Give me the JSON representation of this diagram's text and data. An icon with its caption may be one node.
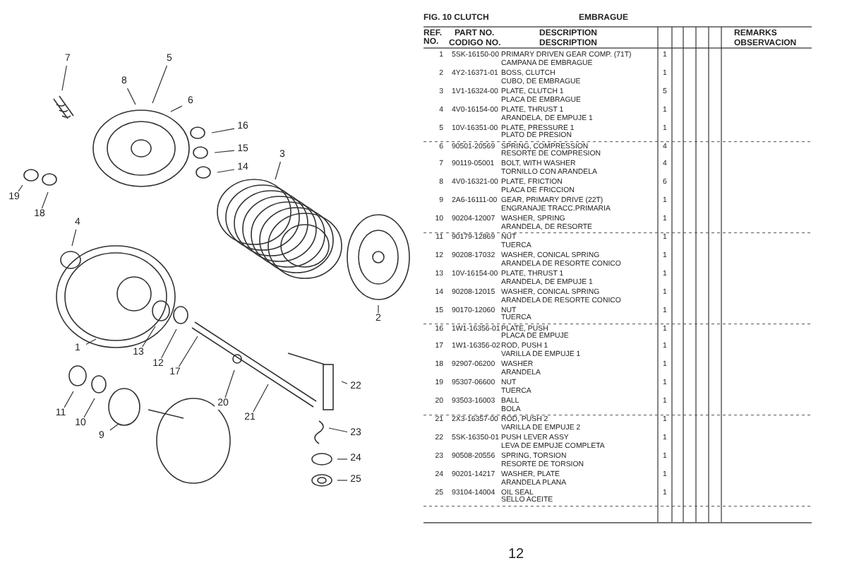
{
  "diagram": {
    "title": "FIG.  10  CLUTCH",
    "nodes": [
      {
        "text": [
          "7"
        ]
      },
      {
        "text": [
          "8"
        ]
      },
      {
        "text": [
          "5"
        ]
      },
      {
        "text": [
          "6"
        ]
      },
      {
        "text": [
          "16"
        ]
      },
      {
        "text": [
          "15"
        ]
      },
      {
        "text": [
          "14"
        ]
      },
      {
        "text": [
          "19"
        ]
      },
      {
        "text": [
          "18"
        ]
      },
      {
        "text": [
          "3"
        ]
      },
      {
        "text": [
          "4"
        ]
      },
      {
        "text": [
          "2"
        ]
      },
      {
        "text": [
          "1"
        ]
      },
      {
        "text": [
          "13"
        ]
      },
      {
        "text": [
          "12"
        ]
      },
      {
        "text": [
          "17"
        ]
      },
      {
        "text": [
          "22"
        ]
      },
      {
        "text": [
          "20"
        ]
      },
      {
        "text": [
          "21"
        ]
      },
      {
        "text": [
          "11"
        ]
      },
      {
        "text": [
          "10"
        ]
      },
      {
        "text": [
          "9"
        ]
      },
      {
        "text": [
          "23"
        ]
      },
      {
        "text": [
          "24"
        ]
      },
      {
        "text": [
          "25"
        ]
      }
    ],
    "edges": [
      {
        "from": 0,
        "to": null,
        "arrow": "none"
      },
      {
        "from": 1,
        "to": null,
        "arrow": "none"
      },
      {
        "from": 2,
        "to": null,
        "arrow": "none"
      },
      {
        "from": 3,
        "to": null,
        "arrow": "none"
      },
      {
        "from": 4,
        "to": null,
        "arrow": "none"
      },
      {
        "from": 5,
        "to": null,
        "arrow": "none"
      },
      {
        "from": 6,
        "to": null,
        "arrow": "none"
      },
      {
        "from": 7,
        "to": null,
        "arrow": "none"
      },
      {
        "from": 8,
        "to": null,
        "arrow": "none"
      },
      {
        "from": 9,
        "to": null,
        "arrow": "none"
      },
      {
        "from": 10,
        "to": null,
        "arrow": "none"
      },
      {
        "from": 11,
        "to": null,
        "arrow": "none"
      },
      {
        "from": 12,
        "to": null,
        "arrow": "none"
      },
      {
        "from": 13,
        "to": null,
        "arrow": "none"
      },
      {
        "from": 14,
        "to": null,
        "arrow": "none"
      },
      {
        "from": 15,
        "to": null,
        "arrow": "none"
      },
      {
        "from": 16,
        "to": null,
        "arrow": "none"
      },
      {
        "from": 17,
        "to": null,
        "arrow": "none"
      },
      {
        "from": 18,
        "to": null,
        "arrow": "none"
      },
      {
        "from": 19,
        "to": null,
        "arrow": "none"
      },
      {
        "from": 20,
        "to": null,
        "arrow": "none"
      },
      {
        "from": 21,
        "to": null,
        "arrow": "none"
      },
      {
        "from": 22,
        "to": null,
        "arrow": "none"
      },
      {
        "from": 23,
        "to": null,
        "arrow": "none"
      },
      {
        "from": 24,
        "to": null,
        "arrow": "none"
      }
    ],
    "labels": [
      "EMBRAGUE",
      "REF. NO.",
      "PART NO.",
      "CODIGO NO.",
      "DESCRIPTION",
      "DESCRIPTION",
      "REMARKS",
      "OBSERVACION",
      "1",
      "5SK-16150-00",
      "PRIMARY DRIVEN GEAR COMP. (71T)",
      "CAMPANA DE EMBRAGUE",
      "1",
      "2",
      "4Y2-16371-01",
      "BOSS, CLUTCH",
      "CUBO, DE EMBRAGUE",
      "1",
      "3",
      "1V1-16324-00",
      "PLATE, CLUTCH 1",
      "PLACA  DE EMBRAGUE",
      "5",
      "4",
      "4V0-16154-00",
      "PLATE, THRUST 1",
      "ARANDELA, DE EMPUJE 1",
      "1",
      "5",
      "10V-16351-00",
      "PLATE, PRESSURE 1",
      "PLATO  DE PRESION",
      "1",
      "6",
      "90501-20569",
      "SPRING, COMPRESSION",
      "RESORTE  DE COMPRESION",
      "4",
      "7",
      "90119-05001",
      "BOLT, WITH WASHER",
      "TORNILLO CON ARANDELA",
      "4",
      "8",
      "4V0-16321-00",
      "PLATE, FRICTION",
      "PLACA  DE FRICCION",
      "6",
      "9",
      "2A6-16111-00",
      "GEAR, PRIMARY DRIVE (22T)",
      "ENGRANAJE  TRACC.PRIMARIA",
      "1",
      "10",
      "90204-12007",
      "WASHER, SPRING",
      "ARANDELA, DE RESORTE",
      "1",
      "11",
      "90179-12869",
      "NUT",
      "TUERCA",
      "1",
      "12",
      "90208-17032",
      "WASHER, CONICAL SPRING",
      "ARANDELA  DE RESORTE CONICO",
      "1",
      "13",
      "10V-16154-00",
      "PLATE, THRUST 1",
      "ARANDELA, DE EMPUJE 1",
      "1",
      "14",
      "90208-12015",
      "WASHER, CONICAL SPRING",
      "ARANDELA  DE RESORTE CONICO",
      "1",
      "15",
      "90170-12060",
      "NUT",
      "TUERCA",
      "1",
      "16",
      "1W1-16356-01",
      "PLATE, PUSH",
      "PLACA  DE EMPUJE",
      "1",
      "17",
      "1W1-16356-02",
      "ROD, PUSH 1",
      "VARILLA  DE EMPUJE 1",
      "1",
      "18",
      "92907-06200",
      "WASHER",
      "ARANDELA",
      "1",
      "19",
      "95307-06600",
      "NUT",
      "TUERCA",
      "1",
      "20",
      "93503-16003",
      "BALL",
      "BOLA",
      "1",
      "21",
      "2X3-16357-00",
      "ROD, PUSH 2",
      "VARILLA  DE EMPUJE 2",
      "1",
      "22",
      "5SK-16350-01",
      "PUSH LEVER ASSY",
      "LEVA DE EMPUJE COMPLETA",
      "1",
      "23",
      "90508-20556",
      "SPRING, TORSION",
      "RESORTE  DE TORSION",
      "1",
      "24",
      "90201-14217",
      "WASHER, PLATE",
      "ARANDELA PLANA",
      "1",
      "25",
      "93104-14004",
      "OIL SEAL",
      "SELLO ACEITE",
      "1",
      "12"
    ]
  }
}
